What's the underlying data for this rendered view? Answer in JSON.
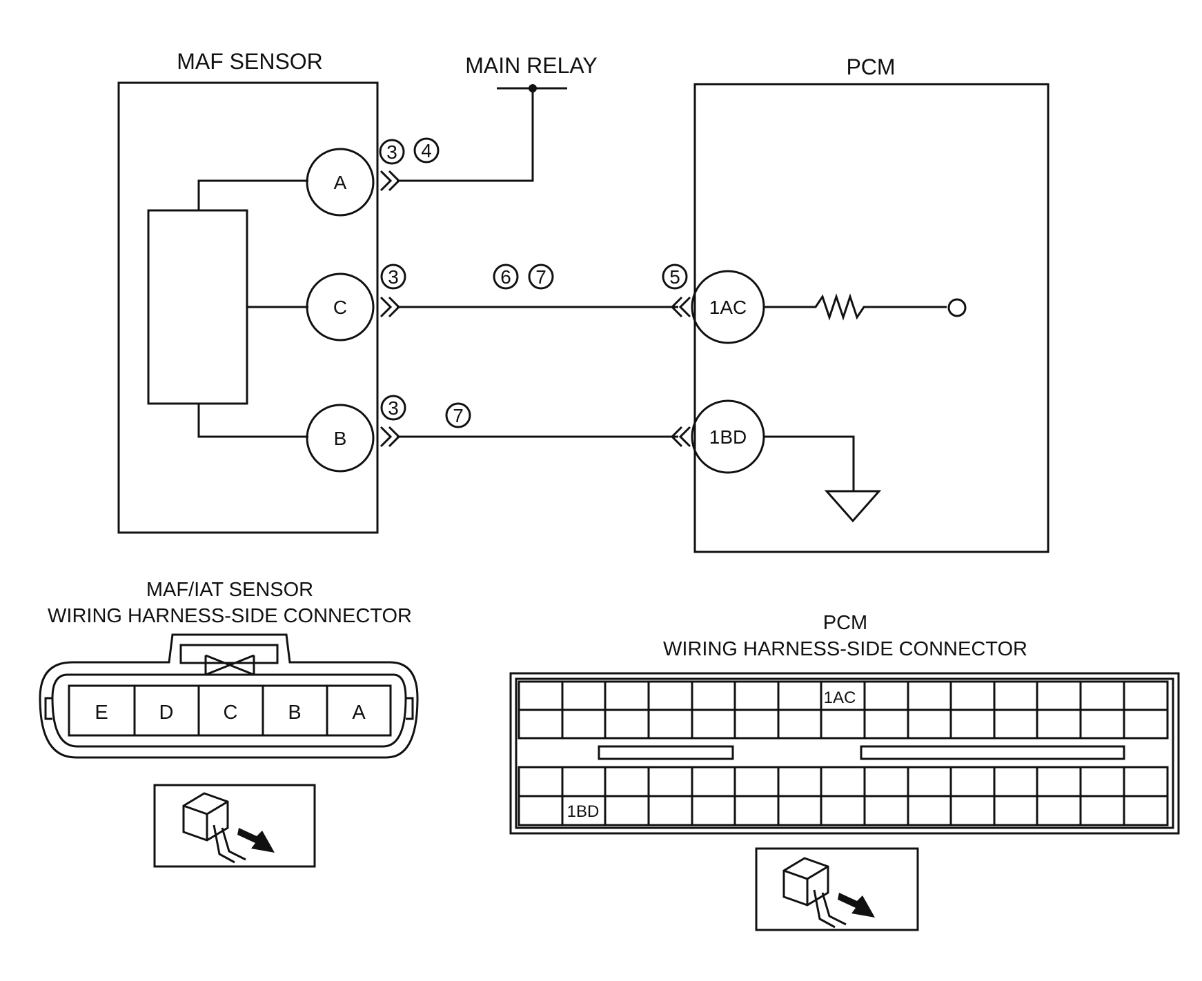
{
  "maf_sensor": {
    "title": "MAF SENSOR",
    "pins": {
      "a": "A",
      "c": "C",
      "b": "B"
    }
  },
  "main_relay": {
    "title": "MAIN RELAY"
  },
  "pcm": {
    "title": "PCM",
    "pins": {
      "ac": "1AC",
      "bd": "1BD"
    }
  },
  "refs": {
    "a_3": "3",
    "a_4": "4",
    "c_3": "3",
    "c_6": "6",
    "c_7": "7",
    "c_5": "5",
    "b_3": "3",
    "b_7": "7"
  },
  "maf_connector": {
    "title_line1": "MAF/IAT SENSOR",
    "title_line2": "WIRING HARNESS-SIDE CONNECTOR",
    "terminals": [
      "E",
      "D",
      "C",
      "B",
      "A"
    ]
  },
  "pcm_connector": {
    "title_line1": "PCM",
    "title_line2": "WIRING HARNESS-SIDE CONNECTOR",
    "cell_1ac": "1AC",
    "cell_1bd": "1BD"
  }
}
